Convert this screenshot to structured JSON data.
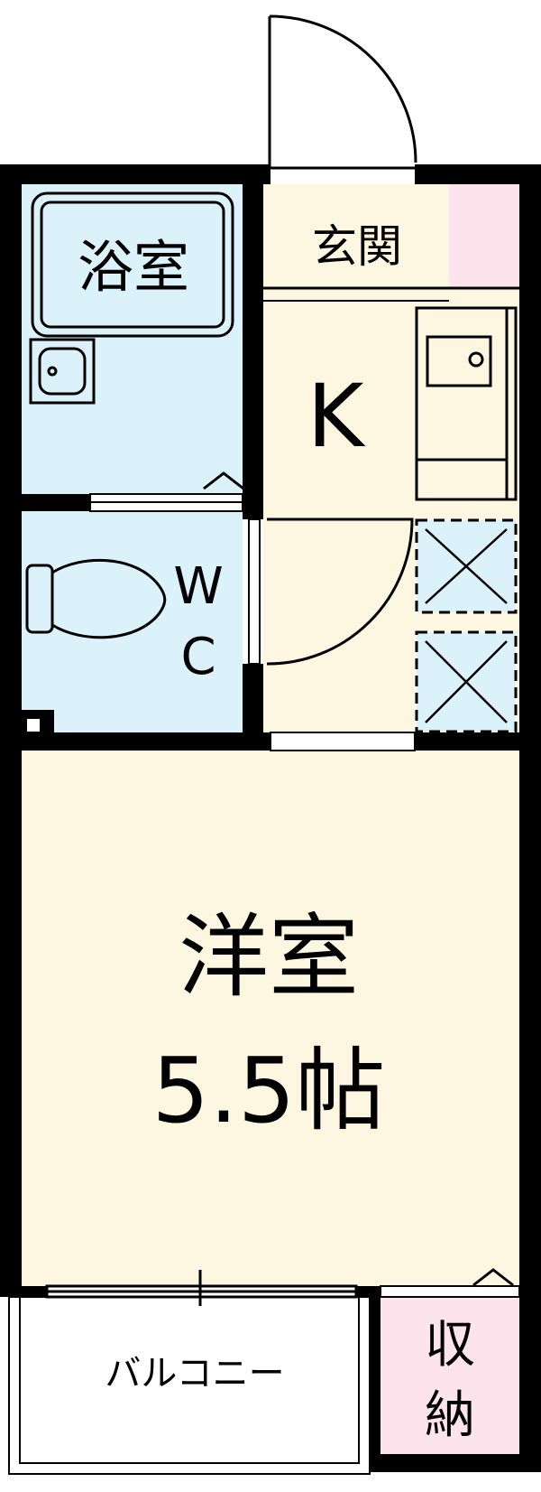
{
  "rooms": {
    "bath": {
      "label": "浴室"
    },
    "entrance": {
      "label": "玄関"
    },
    "kitchen": {
      "label": "K"
    },
    "toilet": {
      "label_line1": "W",
      "label_line2": "C"
    },
    "western_room": {
      "label": "洋室",
      "size": "5.5帖"
    },
    "balcony": {
      "label": "バルコニー"
    },
    "storage": {
      "label_line1": "収",
      "label_line2": "納"
    }
  },
  "colors": {
    "wet_area_blue": "#dcf2fb",
    "room_cream": "#fdf6e0",
    "storage_pink": "#fde4ec",
    "wall": "#000000"
  }
}
